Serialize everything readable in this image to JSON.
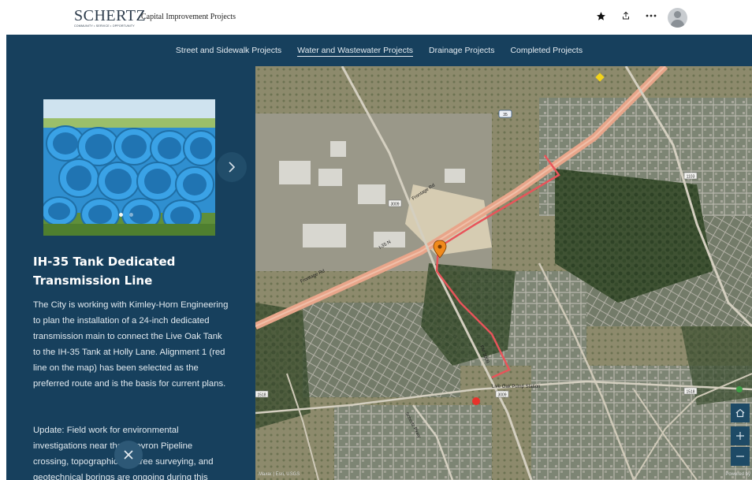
{
  "header": {
    "logo_text": "SCHERTZ",
    "logo_tagline": "COMMUNITY • SERVICE • OPPORTUNITY",
    "app_title": "Capital Improvement Projects",
    "icons": [
      "star-icon",
      "share-icon",
      "more-icon",
      "user-avatar-icon"
    ]
  },
  "nav": {
    "tabs": [
      {
        "label": "Street and Sidewalk Projects",
        "active": false
      },
      {
        "label": "Water and Wastewater Projects",
        "active": true
      },
      {
        "label": "Drainage Projects",
        "active": false
      },
      {
        "label": "Completed Projects",
        "active": false
      }
    ]
  },
  "panel": {
    "title": "IH-35 Tank Dedicated Transmission Line",
    "description": "The City is working with Kimley-Horn Engineering to plan the installation of a 24-inch dedicated transmission main to connect the Live Oak Tank to the IH-35 Tank at Holly Lane. Alignment 1 (red line on the map) has been selected as the preferred route and is the basis for current plans.",
    "update": "Update: Field work for environmental investigations near the Chevron Pipeline crossing, topographic and tree surveying, and geotechnical borings are ongoing during this",
    "carousel": {
      "total": 2,
      "current": 1
    }
  },
  "map": {
    "labels": {
      "interstate": "35",
      "route_3009": "3009",
      "route_1103": "1103",
      "route_1518": "1518",
      "route_3009b": "3009",
      "frontage_n": "Frontage Rd",
      "frontage_s": "Frontage Rd",
      "ih35": "I-35 N",
      "pump": "Live Oak Pump Station",
      "fm": "FM 3009",
      "schertz_pkwy": "Schertz Pkwy"
    },
    "attribution": "Maxar | Esri, USGS",
    "powered_by": "Powered by",
    "colors": {
      "alignment": "#e8545a",
      "highway": "#e8a58a",
      "marker": "#f08a1c"
    }
  }
}
